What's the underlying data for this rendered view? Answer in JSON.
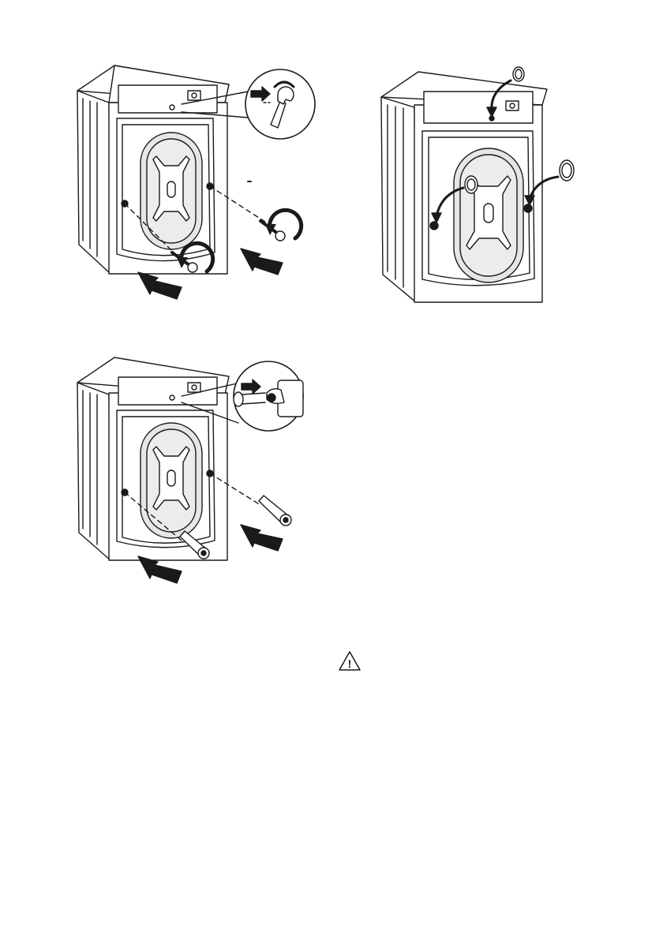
{
  "figures": [
    {
      "id": "remove-transit-bolts",
      "icons": [
        "wrench-icon",
        "rotate-arrow-icon",
        "pull-arrow-icon"
      ]
    },
    {
      "id": "insert-plastic-caps",
      "icons": [
        "plastic-cap-icon",
        "curved-arrow-icon"
      ]
    },
    {
      "id": "store-bolts",
      "icons": [
        "spacer-icon",
        "pull-arrow-icon"
      ]
    }
  ],
  "warning": {
    "icon": "warning-triangle-icon",
    "symbol": "!"
  },
  "colors": {
    "line": "#1a1a1a",
    "fill": "#ffffff",
    "drum": "#e6e6e6"
  }
}
